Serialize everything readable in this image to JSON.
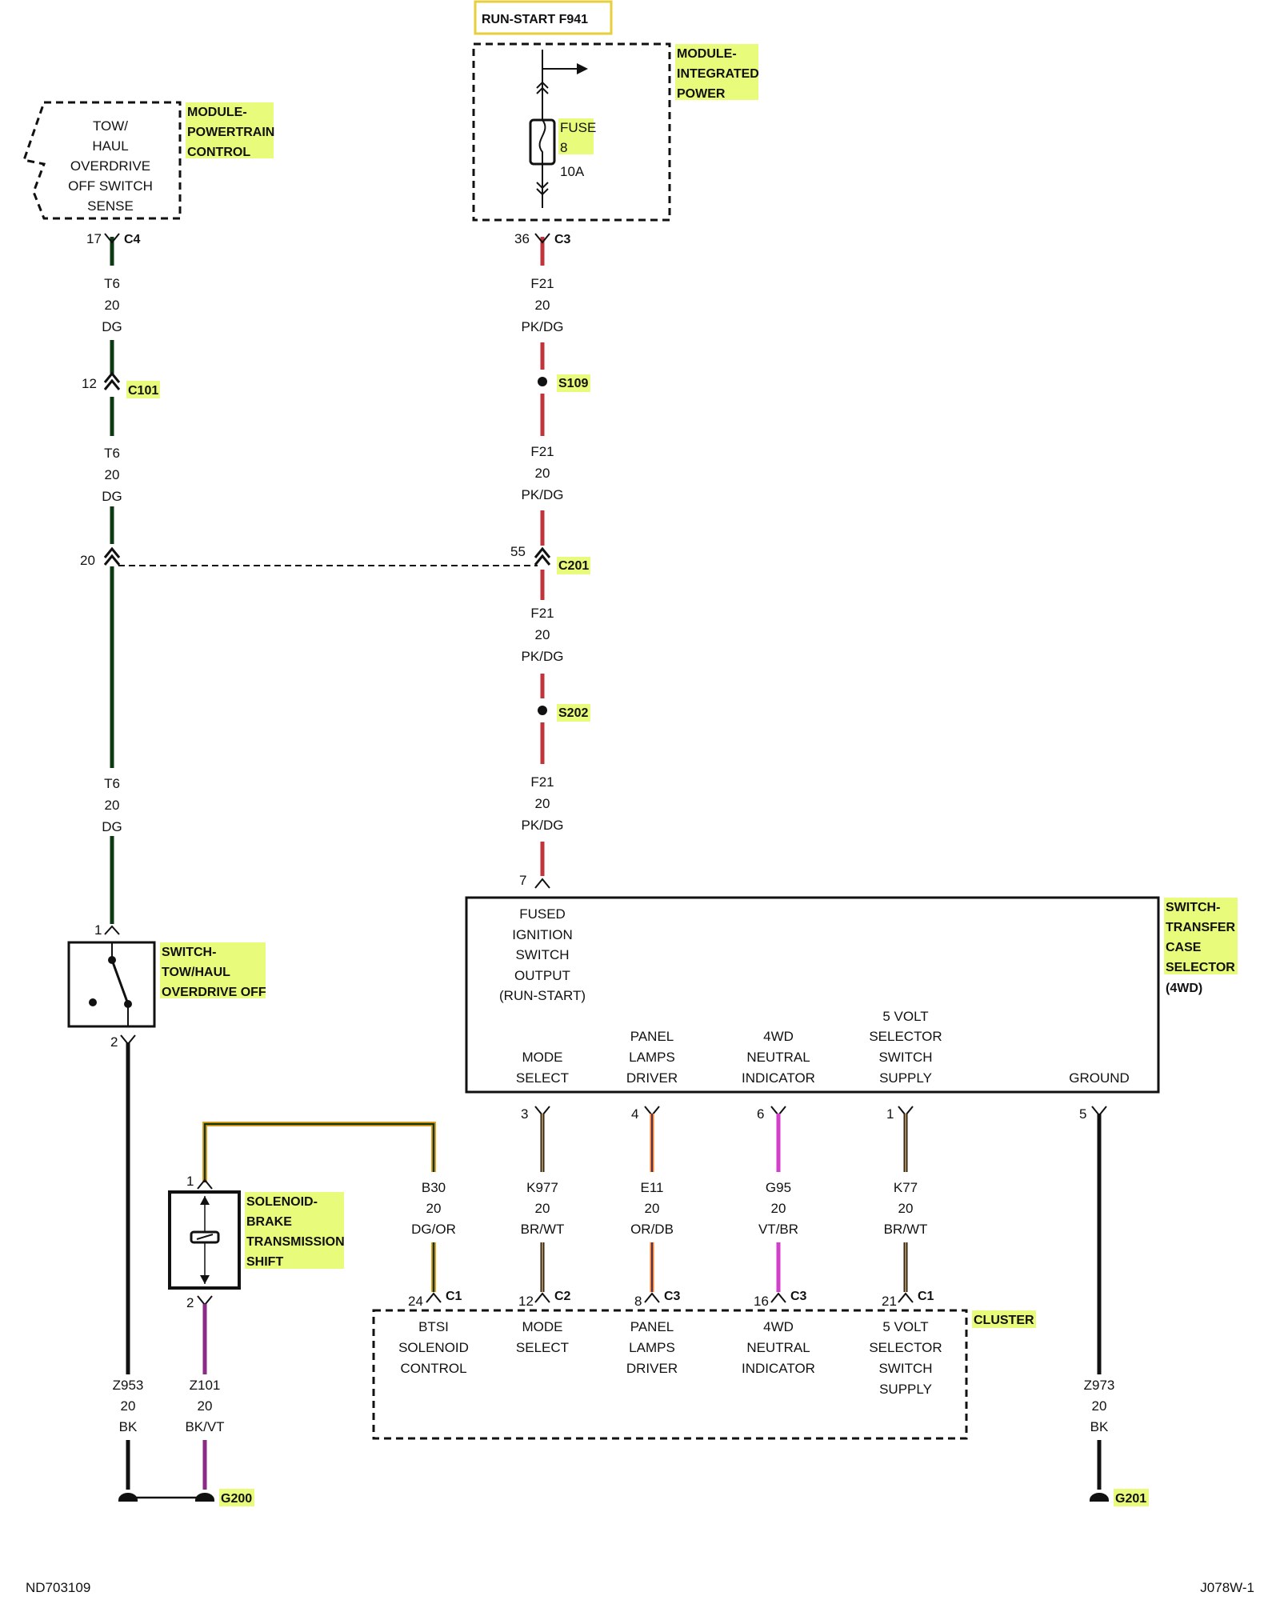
{
  "colors": {
    "dg": "#0c3a12",
    "pkdg": "#c0343c",
    "bk": "#111111",
    "brwt": "#2e2416",
    "brwt_stripe": "#c9a46a",
    "ordb": "#ff7a22",
    "vtbr": "#d23fc8",
    "bkvt": "#8a2b86",
    "dgor_stripe": "#f0a020",
    "highlight": "#e8fb7a",
    "label_border": "#e6cf3a"
  },
  "header": {
    "circuit_label": "RUN-START F941"
  },
  "modules": {
    "pcm": {
      "lines": [
        "MODULE-",
        "POWERTRAIN",
        "CONTROL"
      ],
      "function_lines": [
        "TOW/",
        "HAUL",
        "OVERDRIVE",
        "OFF SWITCH",
        "SENSE"
      ]
    },
    "ipm": {
      "lines": [
        "MODULE-",
        "INTEGRATED",
        "POWER"
      ],
      "fuse_lines": [
        "FUSE",
        "8"
      ],
      "fuse_rating": "10A"
    },
    "tow_switch": {
      "lines": [
        "SWITCH-",
        "TOW/HAUL",
        "OVERDRIVE OFF"
      ]
    },
    "transfer_case": {
      "lines": [
        "SWITCH-",
        "TRANSFER",
        "CASE",
        "SELECTOR"
      ],
      "sub_label": "(4WD)",
      "fused_ignition_lines": [
        "FUSED",
        "IGNITION",
        "SWITCH",
        "OUTPUT",
        "(RUN-START)"
      ],
      "functions": [
        [
          "MODE",
          "SELECT"
        ],
        [
          "PANEL",
          "LAMPS",
          "DRIVER"
        ],
        [
          "4WD",
          "NEUTRAL",
          "INDICATOR"
        ],
        [
          "5 VOLT",
          "SELECTOR",
          "SWITCH",
          "SUPPLY"
        ],
        [
          "GROUND"
        ]
      ]
    },
    "solenoid": {
      "lines": [
        "SOLENOID-",
        "BRAKE",
        "TRANSMISSION",
        "SHIFT"
      ]
    },
    "cluster": {
      "label": "CLUSTER",
      "functions": [
        [
          "BTSI",
          "SOLENOID",
          "CONTROL"
        ],
        [
          "MODE",
          "SELECT"
        ],
        [
          "PANEL",
          "LAMPS",
          "DRIVER"
        ],
        [
          "4WD",
          "NEUTRAL",
          "INDICATOR"
        ],
        [
          "5 VOLT",
          "SELECTOR",
          "SWITCH",
          "SUPPLY"
        ]
      ]
    }
  },
  "connectors": {
    "c4": {
      "name": "C4",
      "pin": "17"
    },
    "c3_ipm": {
      "name": "C3",
      "pin": "36"
    },
    "c101": {
      "name": "C101",
      "pin": "12"
    },
    "c201_left": {
      "pin": "20"
    },
    "c201": {
      "name": "C201",
      "pin": "55"
    },
    "tc_in": {
      "pin": "7"
    },
    "tow1": {
      "pin": "1"
    },
    "tow2": {
      "pin": "2"
    },
    "tc_pins": [
      "3",
      "4",
      "6",
      "1",
      "5"
    ],
    "sol1": {
      "pin": "1"
    },
    "sol2": {
      "pin": "2"
    },
    "cluster_pins": [
      {
        "pin": "24",
        "name": "C1"
      },
      {
        "pin": "12",
        "name": "C2"
      },
      {
        "pin": "8",
        "name": "C3"
      },
      {
        "pin": "16",
        "name": "C3"
      },
      {
        "pin": "21",
        "name": "C1"
      }
    ]
  },
  "splices": {
    "s109": "S109",
    "s202": "S202"
  },
  "wires": {
    "t6_a": [
      "T6",
      "20",
      "DG"
    ],
    "t6_b": [
      "T6",
      "20",
      "DG"
    ],
    "t6_c": [
      "T6",
      "20",
      "DG"
    ],
    "f21_a": [
      "F21",
      "20",
      "PK/DG"
    ],
    "f21_b": [
      "F21",
      "20",
      "PK/DG"
    ],
    "f21_c": [
      "F21",
      "20",
      "PK/DG"
    ],
    "f21_d": [
      "F21",
      "20",
      "PK/DG"
    ],
    "b30": [
      "B30",
      "20",
      "DG/OR"
    ],
    "k977": [
      "K977",
      "20",
      "BR/WT"
    ],
    "e11": [
      "E11",
      "20",
      "OR/DB"
    ],
    "g95": [
      "G95",
      "20",
      "VT/BR"
    ],
    "k77": [
      "K77",
      "20",
      "BR/WT"
    ],
    "z953": [
      "Z953",
      "20",
      "BK"
    ],
    "z101": [
      "Z101",
      "20",
      "BK/VT"
    ],
    "z973": [
      "Z973",
      "20",
      "BK"
    ]
  },
  "grounds": {
    "g200": "G200",
    "g201": "G201"
  },
  "footer": {
    "left": "ND703109",
    "right": "J078W-1"
  }
}
